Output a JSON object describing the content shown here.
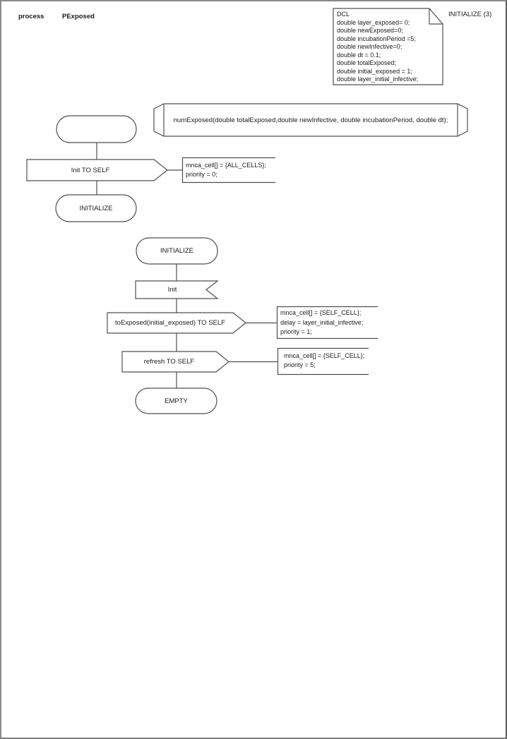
{
  "header": {
    "process_label": "process",
    "process_name": "PExposed",
    "page_ref": "INITIALIZE (3)"
  },
  "declarations": {
    "lines": [
      "DCL",
      "double layer_exposed= 0;",
      "double newExposed=0;",
      "double incubationPeriod =5;",
      "double newInfective=0;",
      "double dt = 0.1;",
      "double totalExposed;",
      "double initial_exposed = 1;",
      "double layer_initial_infective;"
    ]
  },
  "procedure_signature": "numExposed(double totalExposed,double newInfective, double incubationPeriod, double dt);",
  "flow_start": {
    "output_label": "Init TO SELF",
    "comment_lines": [
      "mnca_cell[] = {ALL_CELLS};",
      "priority = 0;"
    ],
    "next_state": "INITIALIZE"
  },
  "flow_initialize": {
    "state": "INITIALIZE",
    "input_signal": "Init",
    "output_toexposed": "toExposed(initial_exposed) TO SELF",
    "comment_toexposed": [
      "mnca_cell[] = {SELF_CELL};",
      "delay = layer_initial_infective;",
      "priority = 1;"
    ],
    "output_refresh": "refresh TO SELF",
    "comment_refresh": [
      "mnca_cell[] = {SELF_CELL};",
      "priority = 5;"
    ],
    "end_state": "EMPTY"
  },
  "colors": {
    "stroke": "#4f4f4f",
    "text": "#1a1a1a",
    "page_border": "#8a8a8a"
  }
}
